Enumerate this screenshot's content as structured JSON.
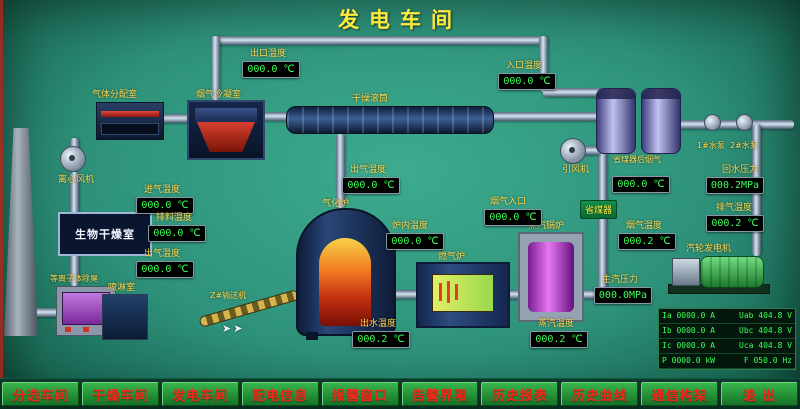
{
  "title": "发电车间",
  "labels": {
    "gas_distribution": "气体分配室",
    "flue_condenser": "烟气冷凝室",
    "drying_drum": "干燥滚筒",
    "centrifugal_fan": "离心风机",
    "bio_drying_room": "生物干燥室",
    "plasma_deodorizer": "等离子体除臭",
    "spray_room": "喷淋室",
    "conveyor": "Z#输送机",
    "gasifier": "气化炉",
    "gas_furnace": "燃气炉",
    "steam_boiler": "蒸汽锅炉",
    "economizer": "省煤器",
    "induced_fan": "引风机",
    "turbine_generator": "汽轮发电机",
    "pump1": "1#水泵",
    "pump2": "2#水泵"
  },
  "displays": [
    {
      "label": "出口温度",
      "value": "000.0 ℃"
    },
    {
      "label": "入口温度",
      "value": "000.0 ℃"
    },
    {
      "label": "进气温度",
      "value": "000.0 ℃"
    },
    {
      "label": "排料温度",
      "value": "000.0 ℃"
    },
    {
      "label": "出气温度",
      "value": "000.0 ℃"
    },
    {
      "label": "出气温度",
      "value": "000.0 ℃"
    },
    {
      "label": "炉内温度",
      "value": "000.0 ℃"
    },
    {
      "label": "烟气入口",
      "value": "000.0 ℃"
    },
    {
      "label": "省煤器后烟气",
      "value": "000.0 ℃"
    },
    {
      "label": "烟气温度",
      "value": "000.2 ℃"
    },
    {
      "label": "回水压力",
      "value": "000.2MPa"
    },
    {
      "label": "排气温度",
      "value": "000.2 ℃"
    },
    {
      "label": "主汽压力",
      "value": "000.0MPa"
    },
    {
      "label": "出水温度",
      "value": "000.2 ℃"
    },
    {
      "label": "蒸汽温度",
      "value": "000.2 ℃"
    }
  ],
  "generator_panel": {
    "rows": [
      [
        "Ia 0000.0 A",
        "Uab 404.8 V"
      ],
      [
        "Ib 0000.0 A",
        "Ubc 404.8 V"
      ],
      [
        "Ic 0000.0 A",
        "Uca 404.8 V"
      ],
      [
        "P  0000.0 kW",
        "F  050.0 Hz"
      ]
    ]
  },
  "conveyor_arrows": "➤➤",
  "nav": {
    "items": [
      "分选车间",
      "干燥车间",
      "发电车间",
      "配电信息",
      "报警窗口",
      "告警界限",
      "历史报表",
      "历史曲线",
      "通信构架",
      "退 出"
    ]
  },
  "colors": {
    "background": "#2e927a",
    "accent_yellow": "#ffe93c",
    "display_green": "#3dff57",
    "nav_red": "#f5251a"
  }
}
